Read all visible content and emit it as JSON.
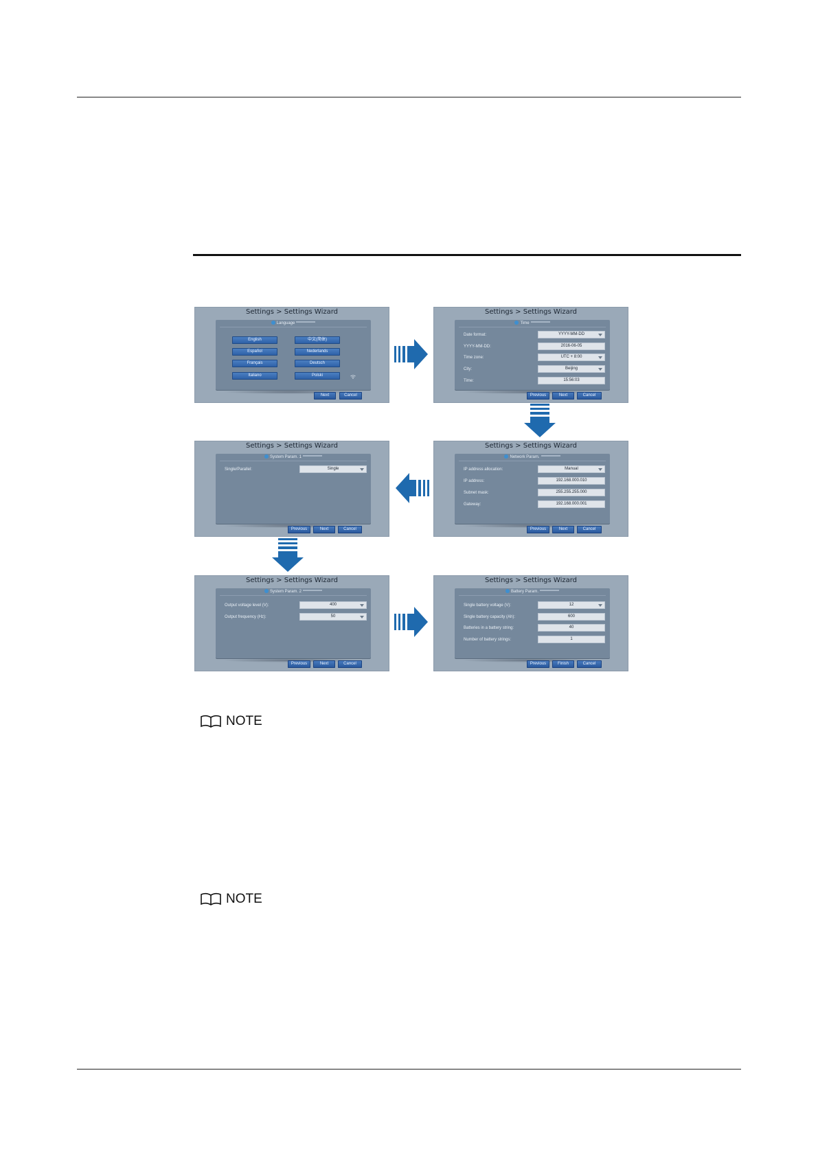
{
  "screens": [
    {
      "title": "Settings > Settings Wizard",
      "panel_title": "Language",
      "language_buttons": [
        "English",
        "中文(简体)",
        "Español",
        "Nederlands",
        "Français",
        "Deutsch",
        "Italiano",
        "Polski"
      ],
      "nav_buttons": [
        "Next",
        "Cancel"
      ]
    },
    {
      "title": "Settings > Settings Wizard",
      "panel_title": "Time",
      "rows": [
        {
          "label": "Date format:",
          "value": "YYYY-MM-DD",
          "dropdown": true
        },
        {
          "label": "YYYY-MM-DD:",
          "value": "2016-06-05",
          "dropdown": false
        },
        {
          "label": "Time zone:",
          "value": "UTC + 8:00",
          "dropdown": true
        },
        {
          "label": "City:",
          "value": "Beijing",
          "dropdown": true
        },
        {
          "label": "Time:",
          "value": "15:56:03",
          "dropdown": false
        }
      ],
      "nav_buttons": [
        "Previous",
        "Next",
        "Cancel"
      ]
    },
    {
      "title": "Settings > Settings Wizard",
      "panel_title": "Network Param.",
      "rows": [
        {
          "label": "IP address allocation:",
          "value": "Manual",
          "dropdown": true
        },
        {
          "label": "IP address:",
          "value": "192.168.000.010",
          "dropdown": false
        },
        {
          "label": "Subnet mask:",
          "value": "255.255.255.000",
          "dropdown": false
        },
        {
          "label": "Gateway:",
          "value": "192.168.000.001",
          "dropdown": false
        }
      ],
      "nav_buttons": [
        "Previous",
        "Next",
        "Cancel"
      ]
    },
    {
      "title": "Settings > Settings Wizard",
      "panel_title": "System Param. 1",
      "rows": [
        {
          "label": "Single/Parallel:",
          "value": "Single",
          "dropdown": true
        }
      ],
      "nav_buttons": [
        "Previous",
        "Next",
        "Cancel"
      ]
    },
    {
      "title": "Settings > Settings Wizard",
      "panel_title": "System Param. 2",
      "rows": [
        {
          "label": "Output voltage level (V):",
          "value": "400",
          "dropdown": true
        },
        {
          "label": "Output frequency (Hz):",
          "value": "50",
          "dropdown": true
        }
      ],
      "nav_buttons": [
        "Previous",
        "Next",
        "Cancel"
      ]
    },
    {
      "title": "Settings > Settings Wizard",
      "panel_title": "Battery Param.",
      "rows": [
        {
          "label": "Single battery voltage (V):",
          "value": "12",
          "dropdown": true
        },
        {
          "label": "Single battery capacity (Ah):",
          "value": "600",
          "dropdown": false
        },
        {
          "label": "Batteries in a battery string:",
          "value": "40",
          "dropdown": false
        },
        {
          "label": "Number of battery strings:",
          "value": "1",
          "dropdown": false
        }
      ],
      "nav_buttons": [
        "Previous",
        "Finish",
        "Cancel"
      ]
    }
  ],
  "notes": [
    {
      "label": "NOTE",
      "icon": "book-icon"
    },
    {
      "label": "NOTE",
      "icon": "book-icon"
    }
  ],
  "colors": {
    "screen_bg": "#9aa9b8",
    "panel_bg": "#75889c",
    "button_blue": "#2b5ea5",
    "arrow_blue": "#1f6aae"
  }
}
